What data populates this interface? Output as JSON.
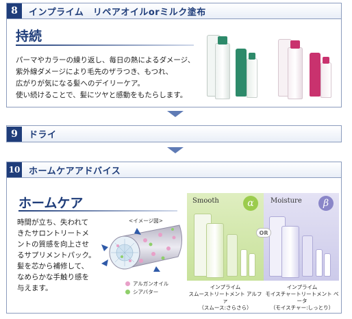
{
  "step8": {
    "number": "8",
    "title": "インプライム　リペアオイルorミルク塗布",
    "subtitle": "持続",
    "lines": [
      "パーマやカラーの繰り返し、毎日の熱によるダメージ、",
      "紫外線ダメージにより毛先のザラつき、もつれ、",
      "広がりが気になる髪へのデイリーケア。",
      "使い続けることで、髪にツヤと感動をもたらします。"
    ]
  },
  "step9": {
    "number": "9",
    "title": "ドライ"
  },
  "step10": {
    "number": "10",
    "title": "ホームケアアドバイス",
    "subtitle": "ホームケア",
    "lines": [
      "時間が立ち、失われて",
      "きたサロントリートメ",
      "ントの質感を向上させ",
      "るサプリメントパック。",
      "髪を芯から補修して、",
      "なめらかな手触り感を",
      "与えます。"
    ],
    "image_label": "<イメージ図>",
    "legend": [
      {
        "label": "アルガンオイル",
        "color": "#e8a0c8"
      },
      {
        "label": "シアバター",
        "color": "#8fcf6a"
      }
    ],
    "or_label": "OR",
    "smooth": {
      "name": "Smooth",
      "greek": "α",
      "caption": [
        "インプライム",
        "スムーストリートメント アルファ",
        "（スムース:さらさら）"
      ]
    },
    "moisture": {
      "name": "Moisture",
      "greek": "β",
      "caption": [
        "インプライム",
        "モイスチャートリートメント ベータ",
        "（モイスチャー:しっとり）"
      ]
    }
  },
  "colors": {
    "navy": "#1f3d7a",
    "arrow": "#5f7bb5",
    "smooth_green": "#9bcc4d",
    "moisture_purple": "#8a86c8"
  }
}
